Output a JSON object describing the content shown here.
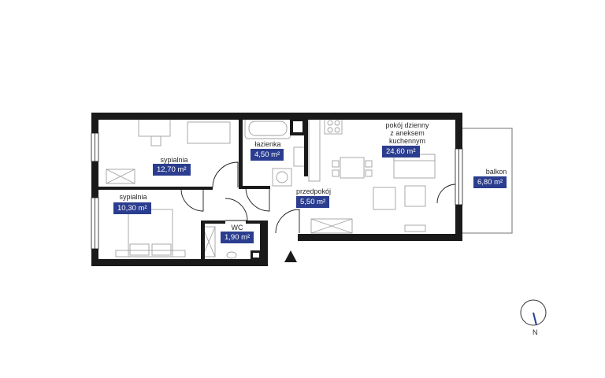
{
  "rooms": [
    {
      "id": "sypialnia-1",
      "name": "sypialnia",
      "area": "12,70 m²"
    },
    {
      "id": "sypialnia-2",
      "name": "sypialnia",
      "area": "10,30 m²"
    },
    {
      "id": "lazienka",
      "name": "łazienka",
      "area": "4,50 m²"
    },
    {
      "id": "wc",
      "name": "WC",
      "area": "1,90 m²"
    },
    {
      "id": "przedpokoj",
      "name": "przedpokój",
      "area": "5,50 m²"
    },
    {
      "id": "pokoj-dzienny",
      "name": "pokój dzienny\nz aneksem\nkuchennym",
      "area": "24,60 m²"
    },
    {
      "id": "balkon",
      "name": "balkon",
      "area": "6,80 m²"
    }
  ],
  "compass": {
    "north_label": "N"
  },
  "colors": {
    "wall": "#1a1a1a",
    "badge": "#2b3d8f",
    "furniture": "#9a9a9a",
    "accent": "#2b3d8f"
  }
}
